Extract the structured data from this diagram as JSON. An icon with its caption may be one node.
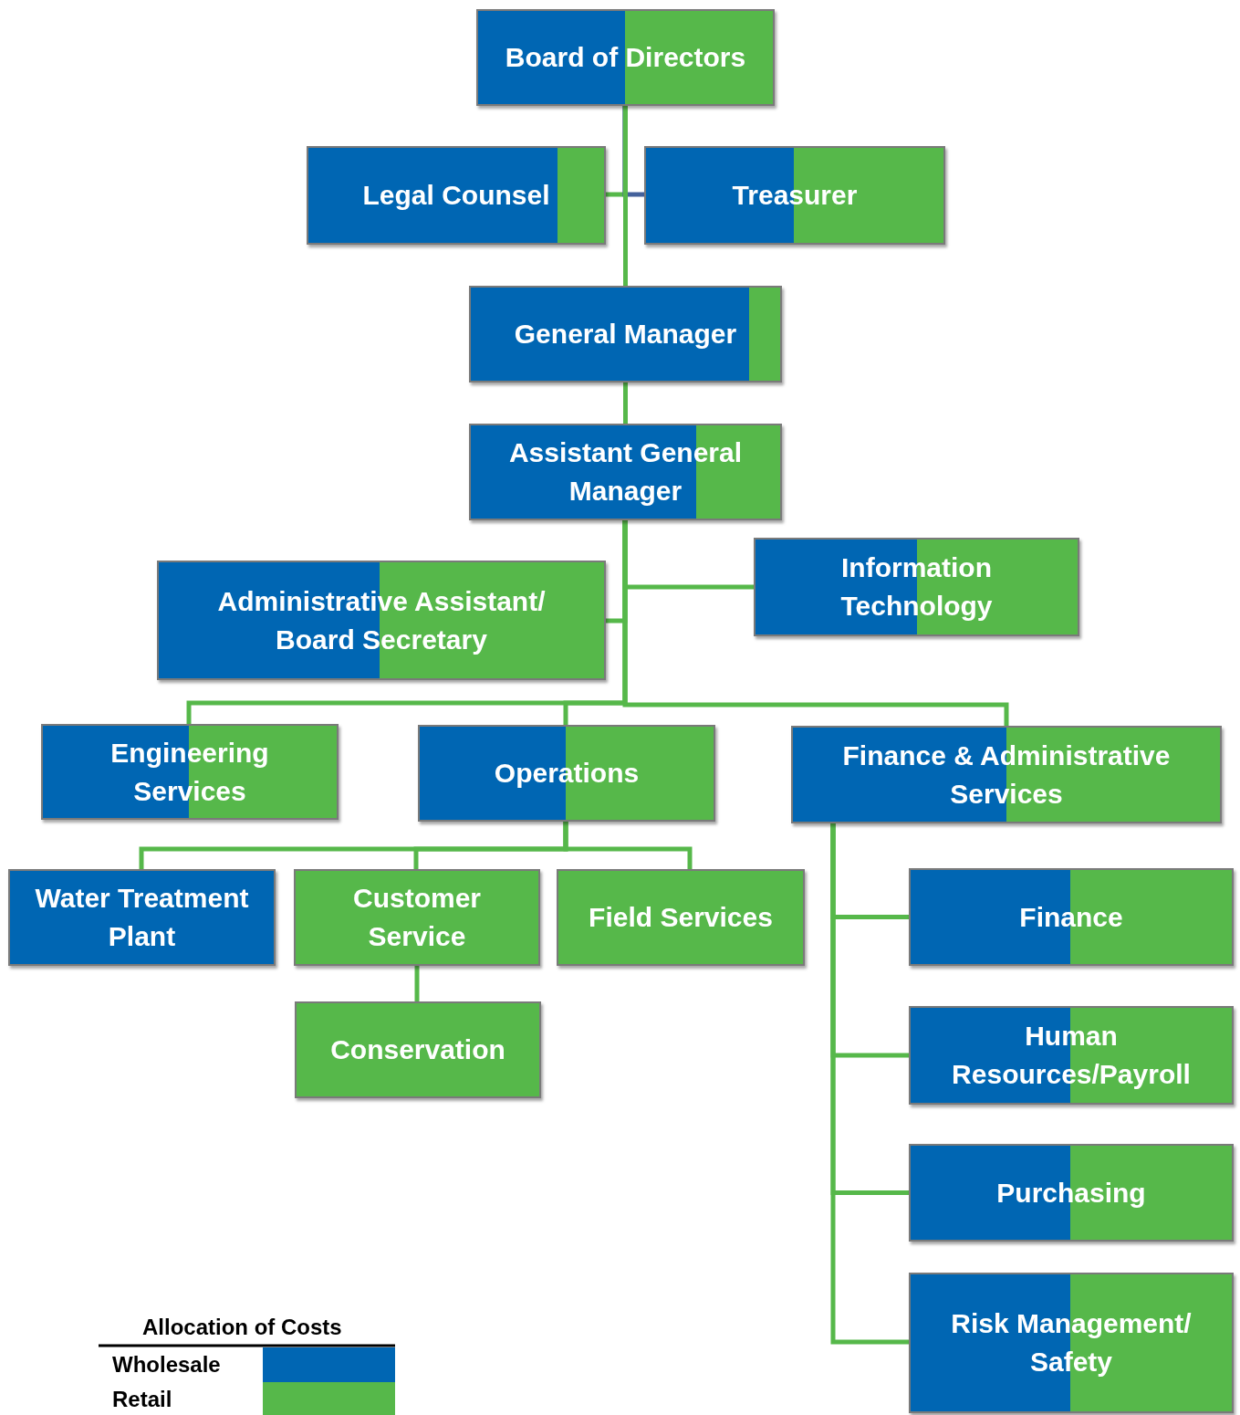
{
  "diagram": {
    "nodes": [
      {
        "text": [
          "Board of Directors"
        ]
      },
      {
        "text": [
          "Legal Counsel"
        ]
      },
      {
        "text": [
          "Treasurer"
        ]
      },
      {
        "text": [
          "General Manager"
        ]
      },
      {
        "text": [
          "Assistant General Manager"
        ]
      },
      {
        "text": [
          "Administrative Assistant/ Board Secretary"
        ]
      },
      {
        "text": [
          "Information Technology"
        ]
      },
      {
        "text": [
          "Engineering Services"
        ]
      },
      {
        "text": [
          "Operations"
        ]
      },
      {
        "text": [
          "Finance & Administrative Services"
        ]
      },
      {
        "text": [
          "Water Treatment Plant"
        ]
      },
      {
        "text": [
          "Customer Service"
        ]
      },
      {
        "text": [
          "Field Services"
        ]
      },
      {
        "text": [
          "Conservation"
        ]
      },
      {
        "text": [
          "Finance"
        ]
      },
      {
        "text": [
          "Human Resources/Payroll"
        ]
      },
      {
        "text": [
          "Purchasing"
        ]
      },
      {
        "text": [
          "Risk Management/ Safety"
        ]
      }
    ],
    "edges": [
      {
        "from": 0,
        "to": 1,
        "arrow": "none"
      },
      {
        "from": 0,
        "to": 2,
        "arrow": "none",
        "color": "#44619b"
      },
      {
        "from": 0,
        "to": 3,
        "arrow": "none"
      },
      {
        "from": 3,
        "to": 4,
        "arrow": "none"
      },
      {
        "from": 4,
        "to": 5,
        "arrow": "none"
      },
      {
        "from": 4,
        "to": 6,
        "arrow": "none"
      },
      {
        "from": 4,
        "to": 7,
        "arrow": "none"
      },
      {
        "from": 4,
        "to": 8,
        "arrow": "none"
      },
      {
        "from": 4,
        "to": 9,
        "arrow": "none"
      },
      {
        "from": 8,
        "to": 10,
        "arrow": "none"
      },
      {
        "from": 8,
        "to": 11,
        "arrow": "none"
      },
      {
        "from": 8,
        "to": 12,
        "arrow": "none"
      },
      {
        "from": 11,
        "to": 13,
        "arrow": "none"
      },
      {
        "from": 9,
        "to": 14,
        "arrow": "none"
      },
      {
        "from": 9,
        "to": 15,
        "arrow": "none"
      },
      {
        "from": 9,
        "to": 16,
        "arrow": "none"
      },
      {
        "from": 9,
        "to": 17,
        "arrow": "none"
      }
    ],
    "labels": [
      "Allocation of Costs"
    ],
    "legend": [
      {
        "text": "Wholesale",
        "color": "#0066b3"
      },
      {
        "text": "Retail",
        "color": "#56b84a"
      }
    ]
  }
}
